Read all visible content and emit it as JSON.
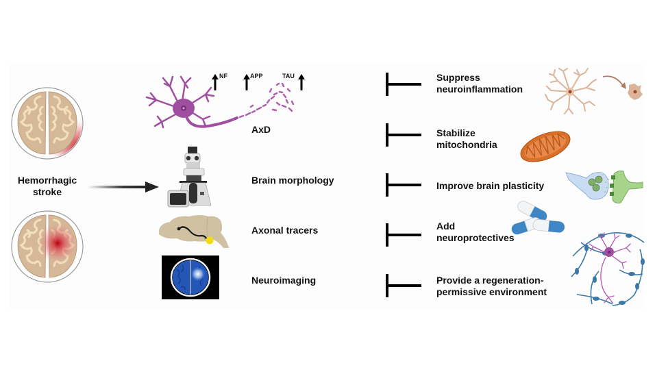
{
  "cause": {
    "label_line1": "Hemorrhagic",
    "label_line2": "stroke",
    "icons": [
      "brain-surface-bleed-icon",
      "brain-deep-bleed-icon"
    ]
  },
  "pathology": {
    "markers": [
      {
        "label": "NF",
        "direction": "up"
      },
      {
        "label": "APP",
        "direction": "up"
      },
      {
        "label": "TAU",
        "direction": "up"
      }
    ],
    "items": [
      {
        "label": "AxD",
        "icon": "degenerating-neuron-icon"
      },
      {
        "label": "Brain morphology",
        "icon": "microscope-icon"
      },
      {
        "label": "Axonal tracers",
        "icon": "rodent-brain-tracer-icon"
      },
      {
        "label": "Neuroimaging",
        "icon": "brain-mri-icon"
      }
    ]
  },
  "interventions": [
    {
      "line1": "Suppress",
      "line2": "neuroinflammation",
      "icon": "microglia-icon"
    },
    {
      "line1": "Stabilize",
      "line2": "mitochondria",
      "icon": "mitochondrion-icon"
    },
    {
      "line1": "Improve brain plasticity",
      "line2": "",
      "icon": "synapse-icon"
    },
    {
      "line1": "Add",
      "line2": "neuroprotectives",
      "icon": "capsules-icon"
    },
    {
      "line1": "Provide a regeneration-",
      "line2": "permissive environment",
      "icon": "neuron-scaffold-icon"
    }
  ],
  "colors": {
    "neuron": "#a04fa0",
    "brain": "#d4b897",
    "bleed": "#c0141c",
    "mitochondrion": "#d9702a",
    "pill_blue": "#3f86c6",
    "synapse_pre": "#b9d3ef",
    "synapse_post": "#9ccf7e",
    "scaffold": "#3a78a8"
  }
}
